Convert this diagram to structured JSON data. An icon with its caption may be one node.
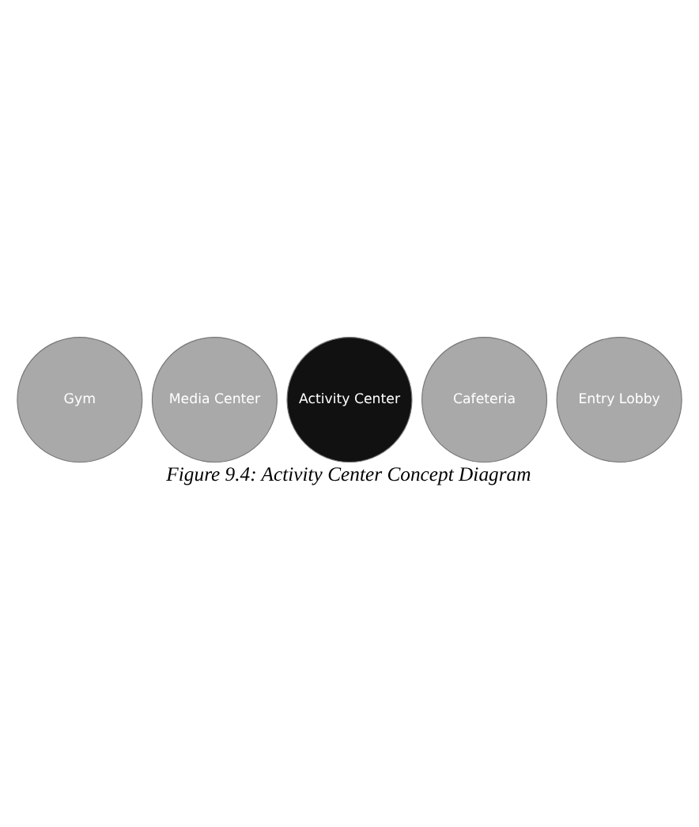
{
  "diagram": {
    "caption": "Figure 9.4: Activity Center Concept Diagram",
    "nodes": [
      {
        "text": [
          "Gym"
        ]
      },
      {
        "text": [
          "Media Center"
        ]
      },
      {
        "text": [
          "Activity Center"
        ]
      },
      {
        "text": [
          "Cafeteria"
        ]
      },
      {
        "text": [
          "Entry Lobby"
        ]
      }
    ]
  }
}
